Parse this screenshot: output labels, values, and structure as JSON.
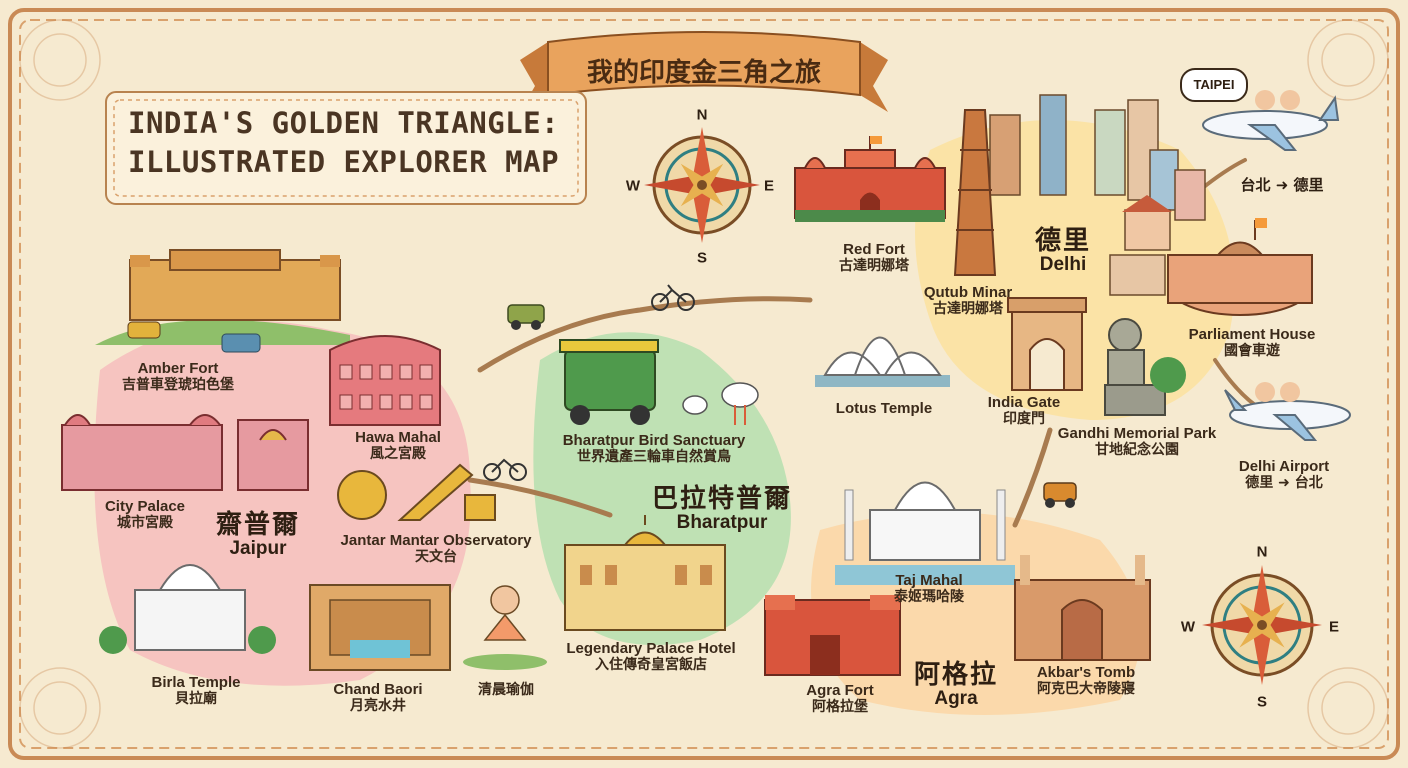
{
  "banner": {
    "text": "我的印度金三角之旅"
  },
  "title": {
    "line1": "INDIA'S GOLDEN TRIANGLE:",
    "line2": "ILLUSTRATED EXPLORER MAP"
  },
  "compass": {
    "n": "N",
    "s": "S",
    "e": "E",
    "w": "W"
  },
  "cities": {
    "delhi": {
      "zh": "德里",
      "en": "Delhi"
    },
    "jaipur": {
      "zh": "齋普爾",
      "en": "Jaipur"
    },
    "bharatpur": {
      "zh": "巴拉特普爾",
      "en": "Bharatpur"
    },
    "agra": {
      "zh": "阿格拉",
      "en": "Agra"
    }
  },
  "landmarks": {
    "red_fort": {
      "en": "Red Fort",
      "zh": "古達明娜塔"
    },
    "qutub_minar": {
      "en": "Qutub Minar",
      "zh": "古達明娜塔"
    },
    "parliament": {
      "en": "Parliament House",
      "zh": "國會車遊"
    },
    "lotus_temple": {
      "en": "Lotus Temple"
    },
    "india_gate": {
      "en": "India Gate",
      "zh": "印度門"
    },
    "gandhi_park": {
      "en": "Gandhi Memorial Park",
      "zh": "甘地紀念公園"
    },
    "delhi_airport": {
      "en": "Delhi Airport",
      "zh": "德里 ➜ 台北"
    },
    "amber_fort": {
      "en": "Amber Fort",
      "zh": "吉普車登琥珀色堡"
    },
    "hawa_mahal": {
      "en": "Hawa Mahal",
      "zh": "風之宮殿"
    },
    "city_palace": {
      "en": "City Palace",
      "zh": "城市宮殿"
    },
    "jantar_mantar": {
      "en": "Jantar Mantar Observatory",
      "zh": "天文台"
    },
    "birla_temple": {
      "en": "Birla Temple",
      "zh": "貝拉廟"
    },
    "chand_baori": {
      "en": "Chand Baori",
      "zh": "月亮水井"
    },
    "yoga": {
      "zh": "清晨瑜伽"
    },
    "bird_sanctuary": {
      "en": "Bharatpur Bird Sanctuary",
      "zh": "世界遺產三輪車自然賞鳥"
    },
    "palace_hotel": {
      "en": "Legendary Palace Hotel",
      "zh": "入住傳奇皇宮飯店"
    },
    "taj_mahal": {
      "en": "Taj Mahal",
      "zh": "泰姬瑪哈陵"
    },
    "agra_fort": {
      "en": "Agra Fort",
      "zh": "阿格拉堡"
    },
    "akbar_tomb": {
      "en": "Akbar's Tomb",
      "zh": "阿克巴大帝陵寢"
    }
  },
  "flights": {
    "taipei_bubble": "TAIPEI",
    "arrival": "台北 ➜ 德里"
  },
  "colors": {
    "parchment": "#f6ead0",
    "delhi_region": "#fbe3a6",
    "jaipur_region": "#f6c4c0",
    "bharatpur_region": "#bfe1b4",
    "agra_region": "#fbd9ab",
    "frame": "#c98a55",
    "ribbon": "#e9a35d"
  }
}
